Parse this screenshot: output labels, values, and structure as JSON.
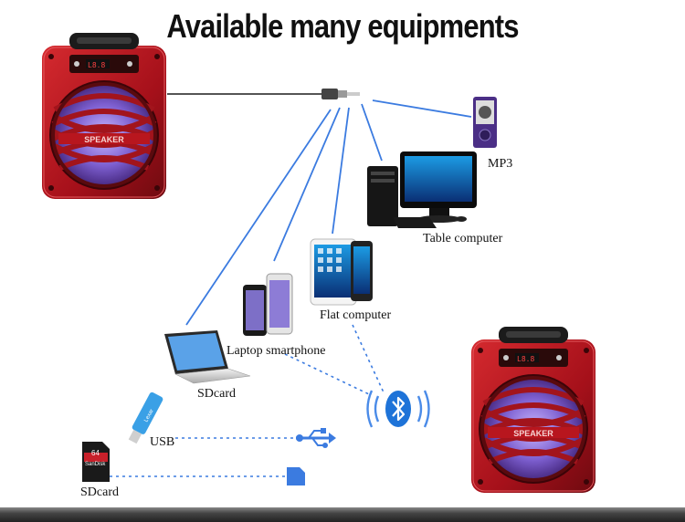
{
  "title": "Available many equipments",
  "devices": {
    "mp3": "MP3",
    "table_computer": "Table computer",
    "flat_computer": "Flat computer",
    "laptop_smartphone": "Laptop smartphone",
    "sdcard_upper": "SDcard",
    "usb": "USB",
    "sdcard_lower": "SDcard"
  },
  "sd_card": {
    "brand": "SanDisk",
    "capacity": "64"
  },
  "colors": {
    "speaker_red": "#b5121b",
    "link_blue": "#2f6fd6",
    "bluetooth_blue": "#1e73d8",
    "grille_purple": "#8a6bd8"
  },
  "icons": [
    "speaker-icon",
    "audio-jack-icon",
    "mp3-player-icon",
    "desktop-computer-icon",
    "tablet-icon",
    "smartphone-icon",
    "laptop-icon",
    "usb-stick-icon",
    "sd-card-icon",
    "bluetooth-icon",
    "usb-symbol-icon",
    "sd-symbol-icon"
  ]
}
